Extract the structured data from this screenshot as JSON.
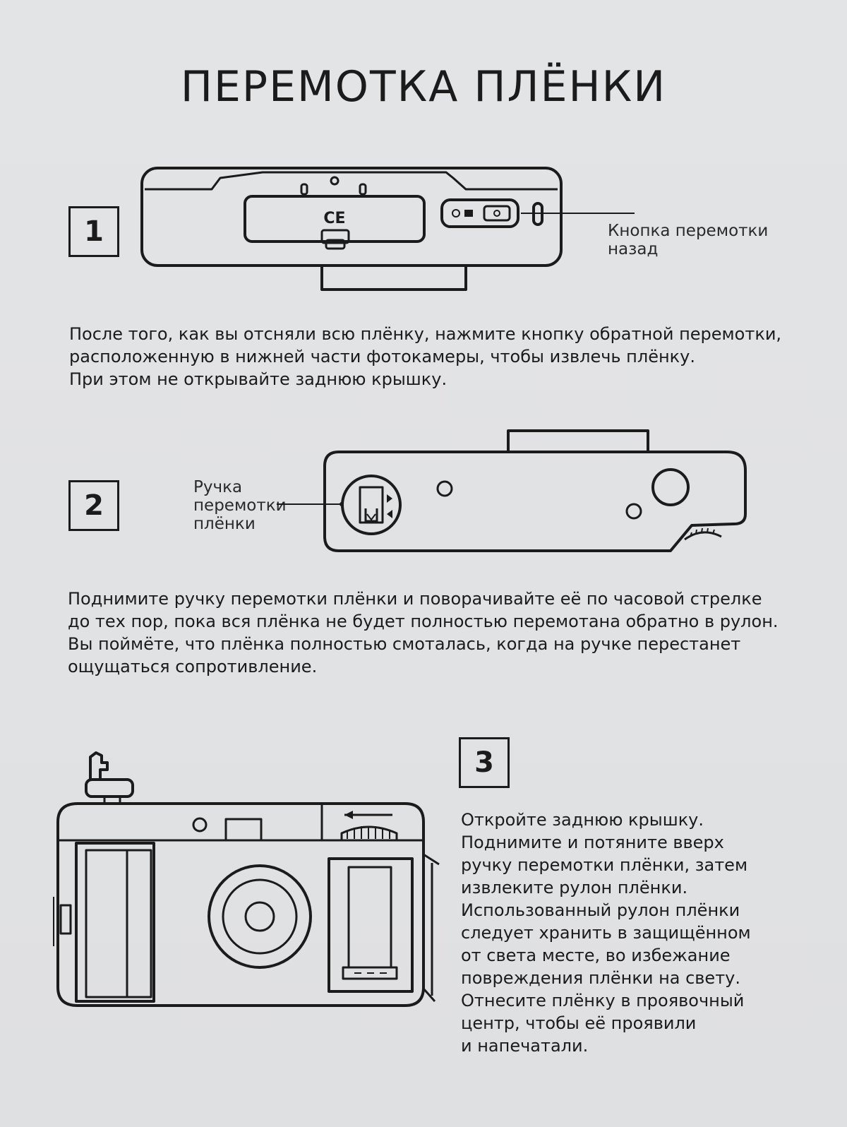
{
  "title": "ПЕРЕМОТКА ПЛЁНКИ",
  "steps": [
    {
      "number": "1",
      "callout": [
        "Кнопка перемотки",
        "назад"
      ],
      "camera_label": "CE",
      "text": [
        "После того, как вы отсняли всю плёнку, нажмите кнопку обратной перемотки,",
        "расположенную в нижней части фотокамеры, чтобы извлечь плёнку.",
        "При этом не открывайте заднюю крышку."
      ]
    },
    {
      "number": "2",
      "callout": [
        "Ручка",
        "перемотки",
        "плёнки"
      ],
      "text": [
        "Поднимите ручку перемотки плёнки и поворачивайте её по часовой стрелке",
        "до тех пор, пока вся плёнка не будет полностью перемотана обратно в рулон.",
        "Вы поймёте, что плёнка полностью смоталась, когда на ручке перестанет",
        "ощущаться сопротивление."
      ]
    },
    {
      "number": "3",
      "text": [
        "Откройте заднюю крышку.",
        "Поднимите и потяните вверх",
        "ручку перемотки плёнки, затем",
        "извлеките рулон плёнки.",
        "Использованный рулон плёнки",
        "следует хранить в защищённом",
        "от света месте, во избежание",
        "повреждения плёнки на свету.",
        "Отнесите плёнку в проявочный",
        "центр, чтобы её проявили",
        "и напечатали."
      ]
    }
  ]
}
